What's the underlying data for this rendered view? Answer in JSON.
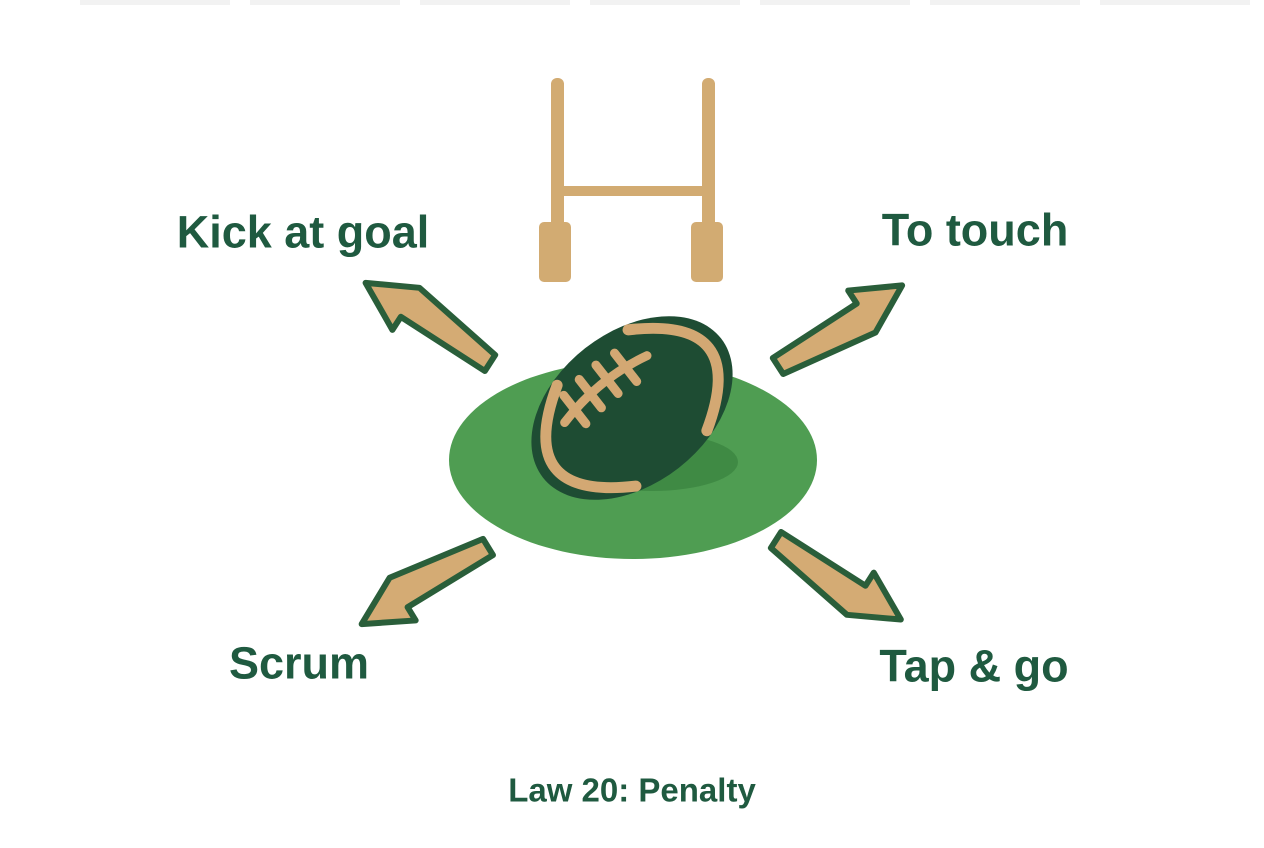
{
  "diagram": {
    "caption": "Law 20: Penalty",
    "center_icon": "rugby-ball-on-field",
    "goalposts_icon": "rugby-goalposts",
    "options": [
      {
        "label": "Kick at goal",
        "direction": "up-left"
      },
      {
        "label": "To touch",
        "direction": "up-right"
      },
      {
        "label": "Scrum",
        "direction": "down-left"
      },
      {
        "label": "Tap & go",
        "direction": "down-right"
      }
    ]
  },
  "colors": {
    "background": "#FFFFFF",
    "text_green": "#1F5A40",
    "ball_green": "#1E4C33",
    "field_green": "#4F9D52",
    "field_shadow_green": "#3F8A44",
    "gold": "#D3A873",
    "post_gold": "#D2AB72",
    "arrow_fill_gold": "#D4AB74",
    "arrow_outline_green": "#2A5E3A"
  }
}
